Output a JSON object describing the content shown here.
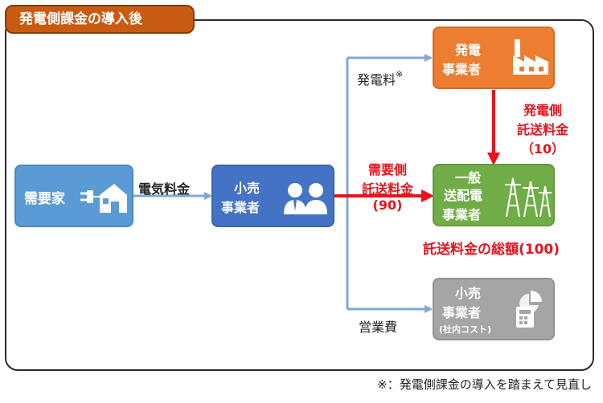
{
  "title": "発電側課金の導入後",
  "nodes": {
    "customer": "需要家",
    "retailer": [
      "小売",
      "事業者"
    ],
    "generator": [
      "発電",
      "事業者"
    ],
    "transmission": [
      "一般",
      "送配電",
      "事業者"
    ],
    "retailer_internal": [
      "小売",
      "事業者",
      "(社内コスト)"
    ]
  },
  "labels": {
    "electricity_fee": "電気料金",
    "generation_fee": "発電料",
    "generation_fee_mark": "※",
    "operating_cost": "営業費",
    "demand_side_fee": [
      "需要側",
      "託送料金",
      "(90)"
    ],
    "supply_side_fee": [
      "発電側",
      "託送料金",
      "（10）"
    ],
    "total": "託送料金の総額(100)"
  },
  "footnote": "※：発電側課金の導入を踏まえて見直し",
  "colors": {
    "title_tab": "#c85a12",
    "customer": "#5b9bd5",
    "retailer": "#4472c4",
    "generator": "#ed7d31",
    "transmission": "#70ad47",
    "retailer_internal": "#a5a5a5",
    "emphasis": "#e8121c",
    "connector": "#7fa7d6"
  }
}
